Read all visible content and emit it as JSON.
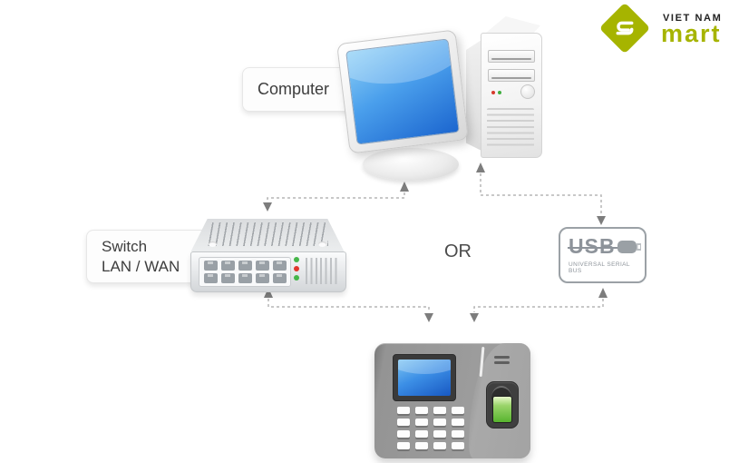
{
  "logo": {
    "brand_top": "VIET NAM",
    "brand_bottom": "mart",
    "monogram": "S",
    "diamond_color": "#a6b400"
  },
  "labels": {
    "computer": "Computer",
    "switch_line1": "Switch",
    "switch_line2": "LAN / WAN",
    "or": "OR"
  },
  "usb": {
    "title": "USB",
    "subtitle": "UNIVERSAL SERIAL BUS"
  },
  "switch": {
    "port_count": 10,
    "led_colors": [
      "#45b649",
      "#e2362b",
      "#45b649"
    ]
  },
  "device": {
    "key_count": 16
  },
  "computer": {
    "tower_led_red": "#d63a2c",
    "tower_led_green": "#3fae3f"
  },
  "connections": [
    {
      "from": "computer",
      "to": "switch",
      "style": "dashed",
      "bidirectional": true
    },
    {
      "from": "computer",
      "to": "usb",
      "style": "dashed",
      "bidirectional": true
    },
    {
      "from": "switch",
      "to": "fingerprint-device",
      "style": "dashed",
      "bidirectional": true
    },
    {
      "from": "usb",
      "to": "fingerprint-device",
      "style": "dashed",
      "bidirectional": true
    }
  ],
  "colors": {
    "accent_green": "#a6b400",
    "screen_blue_light": "#8ed0f6",
    "screen_blue_dark": "#1c66cf",
    "arrow_dash": "#b5b5b5",
    "arrowhead": "#7d7d7d",
    "led_green": "#45b649",
    "led_red": "#e2362b",
    "sensor_green": "#57b42e",
    "usb_gray": "#8d939a"
  }
}
